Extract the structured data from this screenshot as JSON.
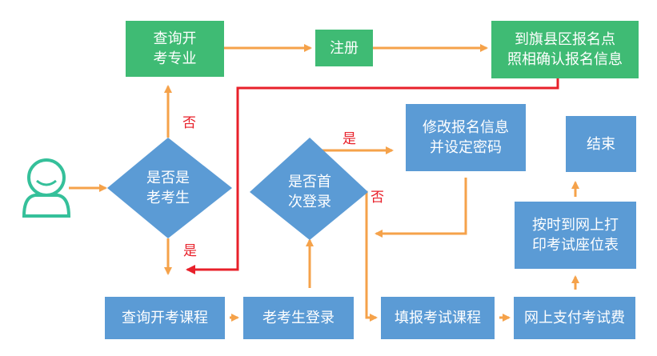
{
  "nodes": {
    "query_major": "查询开\n考专业",
    "register": "注册",
    "confirm_info": "到旗县区报名点\n照相确认报名信息",
    "is_old": "是否是\n老考生",
    "is_first": "是否首\n次登录",
    "modify_info": "修改报名信息\n并设定密码",
    "end": "结束",
    "print_ticket": "按时到网上打\n印考试座位表",
    "query_course": "查询开考课程",
    "old_login": "老考生登录",
    "fill_course": "填报考试课程",
    "pay_fee": "网上支付考试费"
  },
  "labels": {
    "no_top": "否",
    "yes_bottom": "是",
    "yes_right": "是",
    "no_right": "否"
  },
  "colors": {
    "green": "#3fbb74",
    "blue": "#5b9bd5",
    "arrow_orange": "#f5a24a",
    "red": "#e8202a",
    "teal": "#35c09a"
  }
}
